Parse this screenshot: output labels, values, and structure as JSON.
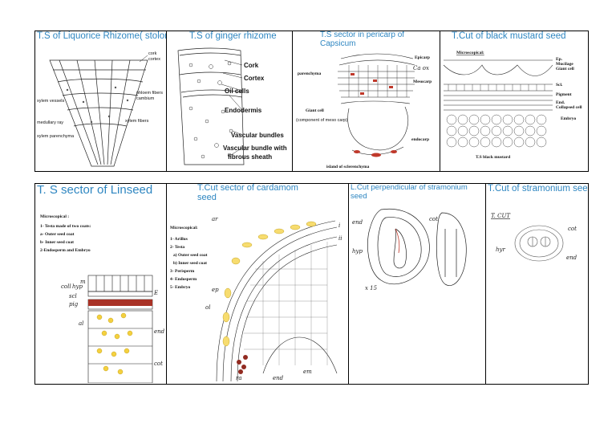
{
  "row1": {
    "cells": [
      {
        "title": "T.S of Liquorice Rhizome( stolons )",
        "labels": [
          "cork",
          "cortex",
          "phloem fibers",
          "cambium",
          "xylem vessels",
          "medullary ray",
          "xylem fibers",
          "xylem parenchyma"
        ]
      },
      {
        "title": "T.S of ginger rhizome",
        "labels": [
          "Cork",
          "Cortex",
          "Oil cells",
          "Endodermis",
          "Vascular bundles",
          "Vascular bundle with",
          "fibrous sheath"
        ]
      },
      {
        "title_line1": "T.S sector in pericarp of",
        "title_line2": "Capsicum",
        "labels": [
          "Epicarp",
          "Ca ox",
          "parenchyma",
          "Mesocarp",
          "Giant cell",
          "(component of meso carp)",
          "endocarp",
          "island of sclerenchyma"
        ]
      },
      {
        "title": "T.Cut of black mustard seed",
        "labels": [
          "Microscopical:",
          "Ep.",
          "Mucilage",
          "Giant cell",
          "Scl.",
          "Pigment",
          "End.",
          "Collapsed cell",
          "Embryo",
          "T.S black mustard"
        ]
      }
    ]
  },
  "row2": {
    "cells": [
      {
        "title": "T. S sector of Linseed",
        "notes": [
          "Microscopical :",
          "1- Testa made of two coats:",
          "a- Outer seed coat",
          "b- Inner seed coat",
          "2-Endosperm and Embryo"
        ],
        "labels": [
          "coll",
          "hyp",
          "scl",
          "pig",
          "m",
          "E",
          "al",
          "end",
          "cot"
        ]
      },
      {
        "title_line1": "T.Cut sector of cardamom",
        "title_line2": "seed",
        "notes": [
          "Microscopical:",
          "1- Arillus",
          "2- Testa",
          "a) Outer seed coat",
          "b) Inner seed coat",
          "3- Perisperm",
          "4- Endosperm",
          "5- Embryo"
        ],
        "labels": [
          "ar",
          "ep",
          "i",
          "ii",
          "ol",
          "ra",
          "end",
          "em"
        ]
      },
      {
        "title_line1": "L.Cut perpendicular of stramonium",
        "title_line2": "seed",
        "labels": [
          "end",
          "hyp",
          "cot",
          "x 15"
        ]
      },
      {
        "title": "T.Cut of stramonium seed",
        "labels": [
          "T. CUT",
          "hyr",
          "cot",
          "end"
        ]
      }
    ]
  }
}
